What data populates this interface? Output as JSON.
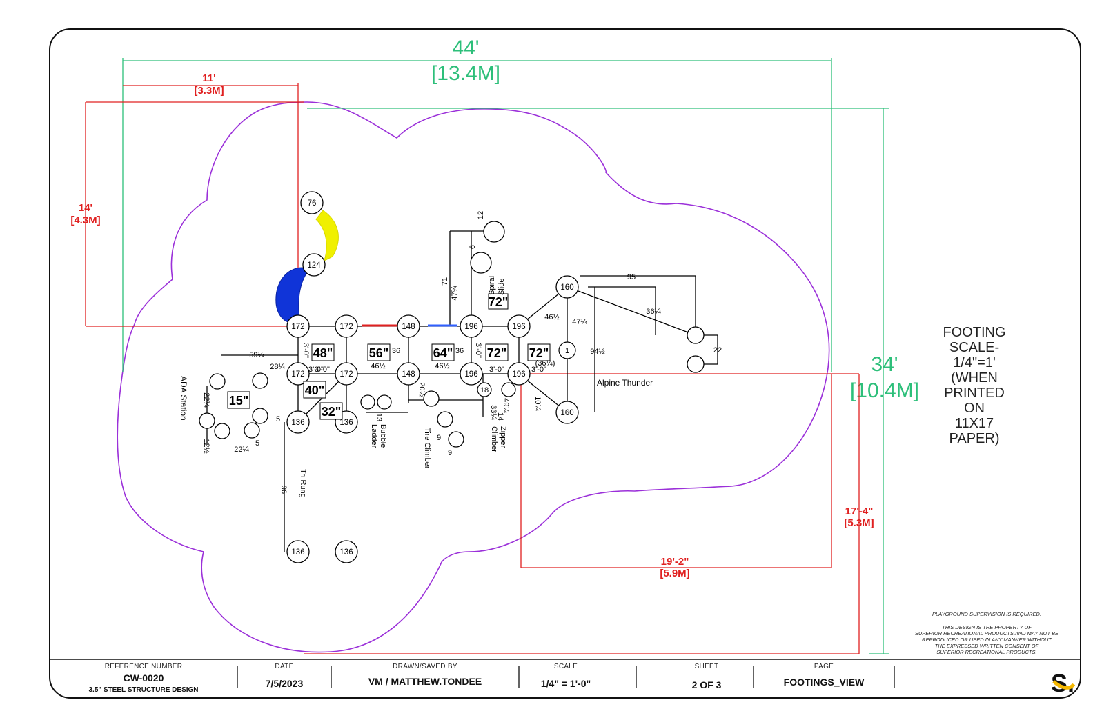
{
  "dimensions": {
    "overall_width": {
      "ft": "44'",
      "m": "[13.4M]"
    },
    "overall_depth": {
      "ft": "34'",
      "m": "[10.4M]"
    },
    "top_left_width": {
      "ft": "11'",
      "m": "[3.3M]"
    },
    "top_left_depth": {
      "ft": "14'",
      "m": "[4.3M]"
    },
    "bottom_right_width": {
      "ft": "19'-2\"",
      "m": "[5.9M]"
    },
    "bottom_right_depth": {
      "ft": "17'-4\"",
      "m": "[5.3M]"
    }
  },
  "scale_note": [
    "FOOTING",
    "SCALE-",
    "1/4\"=1'",
    "(WHEN",
    "PRINTED",
    "ON",
    "11X17",
    "PAPER)"
  ],
  "footings": [
    "76",
    "124",
    "172",
    "172",
    "148",
    "196",
    "196",
    "160",
    "172",
    "172",
    "148",
    "196",
    "196",
    "160",
    "136",
    "136",
    "136",
    "136",
    "18",
    "1"
  ],
  "deck_heights": [
    "48\"",
    "56\"",
    "64\"",
    "72\"",
    "72\"",
    "40\"",
    "32\"",
    "15\"",
    "72\""
  ],
  "component_labels": {
    "ada": "ADA Station",
    "bubble": [
      "Bubble",
      "Ladder"
    ],
    "tire": "Tire Climber",
    "zipper": [
      "Zipper",
      "Climber"
    ],
    "tri": "Tri Rung",
    "spiral": [
      "Spiral",
      "Slide"
    ],
    "alpine": "Alpine Thunder"
  },
  "small_dims": [
    "95",
    "47¼",
    "94½",
    "36¼",
    "22",
    "46½",
    "36",
    "46½",
    "46½",
    "36",
    "3'-0\"",
    "3'-0\"",
    "3'-0\"",
    "3'-0\"",
    "3'-0\"",
    "(36¼)",
    "10¼",
    "33¼",
    "14",
    "49¼",
    "20½",
    "9",
    "9",
    "13",
    "59¼",
    "28¼",
    "22¼",
    "12½",
    "22¼",
    "5",
    "5",
    "96",
    "12",
    "6",
    "71",
    "47¾",
    "3'-0\""
  ],
  "notes": {
    "supervision": "PLAYGROUND SUPERVISION IS REQUIRED.",
    "property": [
      "THIS DESIGN IS THE PROPERTY OF",
      "SUPERIOR RECREATIONAL PRODUCTS AND MAY NOT BE",
      "REPRODUCED OR USED IN ANY MANNER WITHOUT",
      "THE EXPRESSED WRITTEN CONSENT OF",
      "SUPERIOR RECREATIONAL PRODUCTS."
    ]
  },
  "title_block": {
    "reference": {
      "label": "REFERENCE NUMBER",
      "value": "CW-0020",
      "sub": "3.5\" STEEL STRUCTURE DESIGN"
    },
    "date": {
      "label": "DATE",
      "value": "7/5/2023"
    },
    "drawn": {
      "label": "DRAWN/SAVED BY",
      "value": "VM / MATTHEW.TONDEE"
    },
    "scale": {
      "label": "SCALE",
      "value": "1/4\" = 1'-0\""
    },
    "sheet": {
      "label": "SHEET",
      "value": "2 OF 3"
    },
    "page": {
      "label": "PAGE",
      "value": "FOOTINGS_VIEW"
    },
    "logo": "S."
  }
}
